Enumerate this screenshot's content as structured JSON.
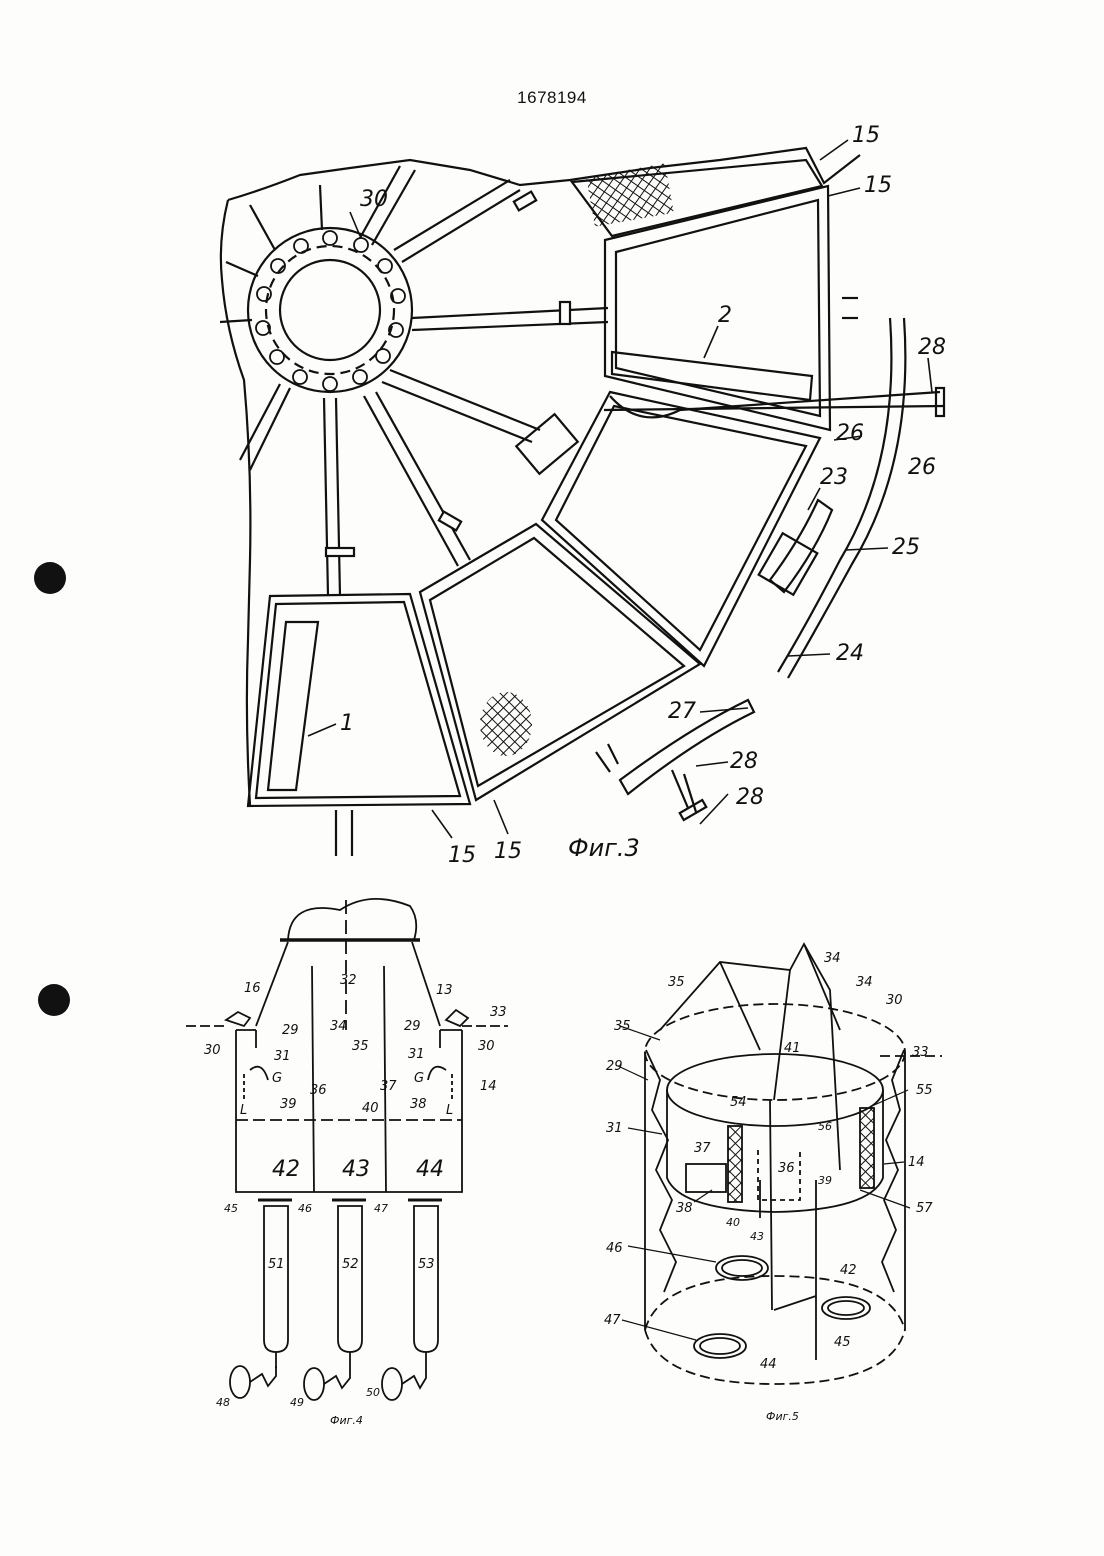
{
  "header": {
    "patent_number": "1678194"
  },
  "fig3": {
    "caption": "Фиг.3",
    "labels": {
      "l30": "30",
      "l15a": "15",
      "l15b": "15",
      "l15c": "15",
      "l15d": "15",
      "l2": "2",
      "l28a": "28",
      "l28b": "28",
      "l28c": "28",
      "l26a": "26",
      "l26b": "26",
      "l23": "23",
      "l25": "25",
      "l24": "24",
      "l27": "27",
      "l1": "1"
    }
  },
  "fig4": {
    "caption": "Фиг.4",
    "labels": {
      "l32": "32",
      "l16": "16",
      "l13": "13",
      "l33": "33",
      "l29a": "29",
      "l29b": "29",
      "l34": "34",
      "l35": "35",
      "l30a": "30",
      "l30b": "30",
      "l31a": "31",
      "l31b": "31",
      "l36": "36",
      "l37": "37",
      "lGa": "G",
      "lGb": "G",
      "l14": "14",
      "lLa": "L",
      "lLb": "L",
      "l39": "39",
      "l40": "40",
      "l38": "38",
      "l42": "42",
      "l43": "43",
      "l44": "44",
      "l45": "45",
      "l46": "46",
      "l47": "47",
      "l51": "51",
      "l52": "52",
      "l53": "53",
      "l48": "48",
      "l49": "49",
      "l50": "50"
    }
  },
  "fig5": {
    "caption": "Фиг.5",
    "labels": {
      "l34a": "34",
      "l34b": "34",
      "l35a": "35",
      "l35b": "35",
      "l30": "30",
      "l33": "33",
      "l29": "29",
      "l41": "41",
      "l54": "54",
      "l55": "55",
      "l31": "31",
      "l37": "37",
      "l56": "56",
      "l36": "36",
      "l39": "39",
      "l14": "14",
      "l38": "38",
      "l40": "40",
      "l43": "43",
      "l57": "57",
      "l46": "46",
      "l42": "42",
      "l47": "47",
      "l44": "44",
      "l45": "45"
    }
  }
}
